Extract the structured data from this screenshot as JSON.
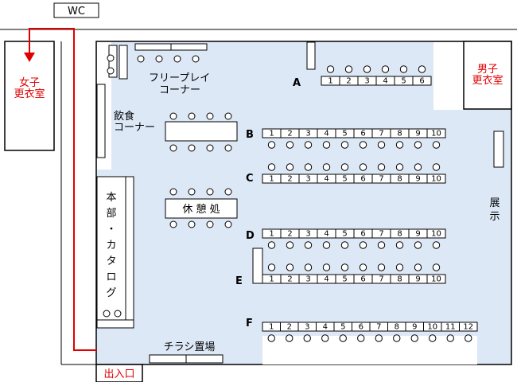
{
  "colors": {
    "floor": "#dde8f7",
    "line": "#000000",
    "route": "#e00000",
    "room_text": "#e00000"
  },
  "labels": {
    "wc": "WC",
    "womens_room": [
      "女子",
      "更衣室"
    ],
    "mens_room": [
      "男子",
      "更衣室"
    ],
    "free_play": [
      "フリープレイ",
      "コーナー"
    ],
    "eating": [
      "飲食",
      "コーナー"
    ],
    "rest_area": "休 憩 処",
    "hq_catalog": [
      "本",
      "部",
      "・",
      "カ",
      "タ",
      "ロ",
      "グ"
    ],
    "exhibit": [
      "展",
      "示"
    ],
    "flyers": "チラシ置場",
    "entrance": "出入口"
  },
  "rows": [
    {
      "letter": "A",
      "tables": [
        "1",
        "2",
        "3",
        "4",
        "5",
        "6"
      ]
    },
    {
      "letter": "B",
      "tables": [
        "1",
        "2",
        "3",
        "4",
        "5",
        "6",
        "7",
        "8",
        "9",
        "10"
      ]
    },
    {
      "letter": "C",
      "tables": [
        "1",
        "2",
        "3",
        "4",
        "5",
        "6",
        "7",
        "8",
        "9",
        "10"
      ]
    },
    {
      "letter": "D",
      "tables": [
        "1",
        "2",
        "3",
        "4",
        "5",
        "6",
        "7",
        "8",
        "9",
        "10"
      ]
    },
    {
      "letter": "E",
      "tables": [
        "1",
        "2",
        "3",
        "4",
        "5",
        "6",
        "7",
        "8",
        "9",
        "10"
      ]
    },
    {
      "letter": "F",
      "tables": [
        "1",
        "2",
        "3",
        "4",
        "5",
        "6",
        "7",
        "8",
        "9",
        "10",
        "11",
        "12"
      ]
    }
  ]
}
